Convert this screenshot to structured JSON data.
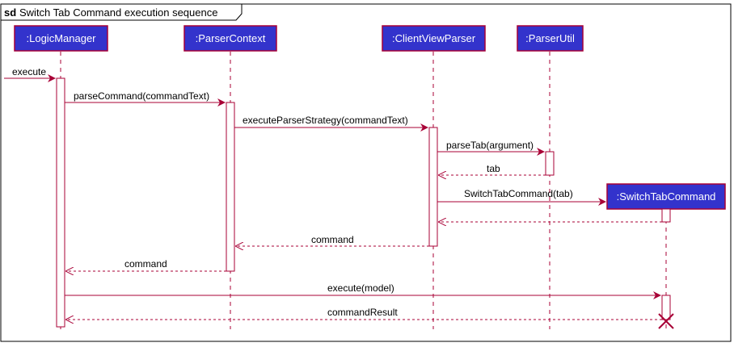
{
  "frame": {
    "keyword": "sd",
    "title": "Switch Tab Command execution sequence"
  },
  "colors": {
    "participant_fill": "#3333cc",
    "participant_border": "#a80036",
    "lifeline": "#a80036",
    "arrow": "#a80036",
    "activation_fill": "#ffffff"
  },
  "participants": [
    {
      "id": "logic",
      "label": ":LogicManager"
    },
    {
      "id": "context",
      "label": ":ParserContext"
    },
    {
      "id": "cvparser",
      "label": ":ClientViewParser"
    },
    {
      "id": "util",
      "label": ":ParserUtil"
    },
    {
      "id": "switchtab",
      "label": ":SwitchTabCommand"
    }
  ],
  "messages": [
    {
      "label": "execute",
      "kind": "call"
    },
    {
      "label": "parseCommand(commandText)",
      "kind": "call"
    },
    {
      "label": "executeParserStrategy(commandText)",
      "kind": "call"
    },
    {
      "label": "parseTab(argument)",
      "kind": "call"
    },
    {
      "label": "tab",
      "kind": "return"
    },
    {
      "label": "SwitchTabCommand(tab)",
      "kind": "create"
    },
    {
      "label": "",
      "kind": "return"
    },
    {
      "label": "command",
      "kind": "return"
    },
    {
      "label": "command",
      "kind": "return"
    },
    {
      "label": "execute(model)",
      "kind": "call"
    },
    {
      "label": "commandResult",
      "kind": "return"
    }
  ]
}
